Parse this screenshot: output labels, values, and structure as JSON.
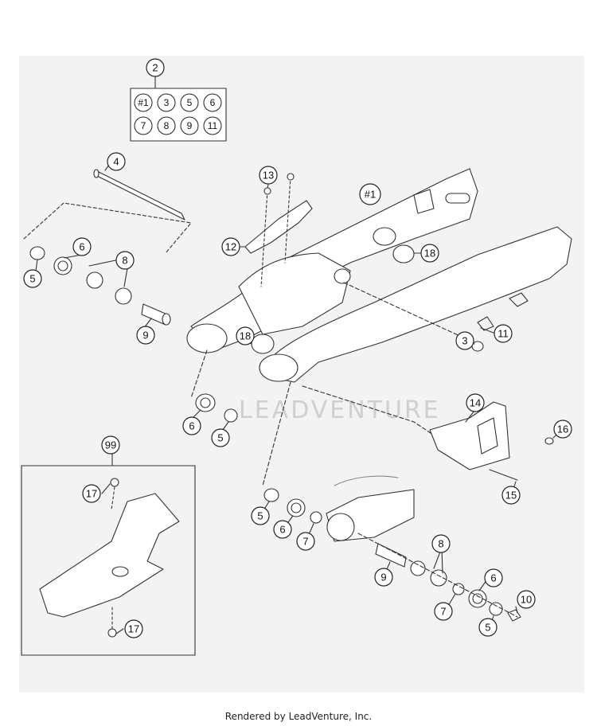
{
  "diagram": {
    "kit_callout": "2",
    "kit_parts": [
      "#1",
      "3",
      "5",
      "6",
      "7",
      "8",
      "9",
      "11"
    ],
    "callouts": {
      "c4": "4",
      "c13": "13",
      "c1": "#1",
      "c12": "12",
      "c18a": "18",
      "c5a": "5",
      "c6a": "6",
      "c8a": "8",
      "c9a": "9",
      "c18b": "18",
      "c11": "11",
      "c3": "3",
      "c14": "14",
      "c16": "16",
      "c6b": "6",
      "c5b": "5",
      "c15": "15",
      "c99": "99",
      "c17a": "17",
      "c17b": "17",
      "c5c": "5",
      "c6c": "6",
      "c7a": "7",
      "c8b": "8",
      "c9b": "9",
      "c6d": "6",
      "c10": "10",
      "c7b": "7",
      "c5d": "5"
    },
    "watermark": "LEADVENTURE"
  },
  "footer": {
    "text": "Rendered by LeadVenture, Inc."
  },
  "colors": {
    "background": "#f3f3f3",
    "line": "#333333",
    "watermark": "#cfcfcf"
  }
}
